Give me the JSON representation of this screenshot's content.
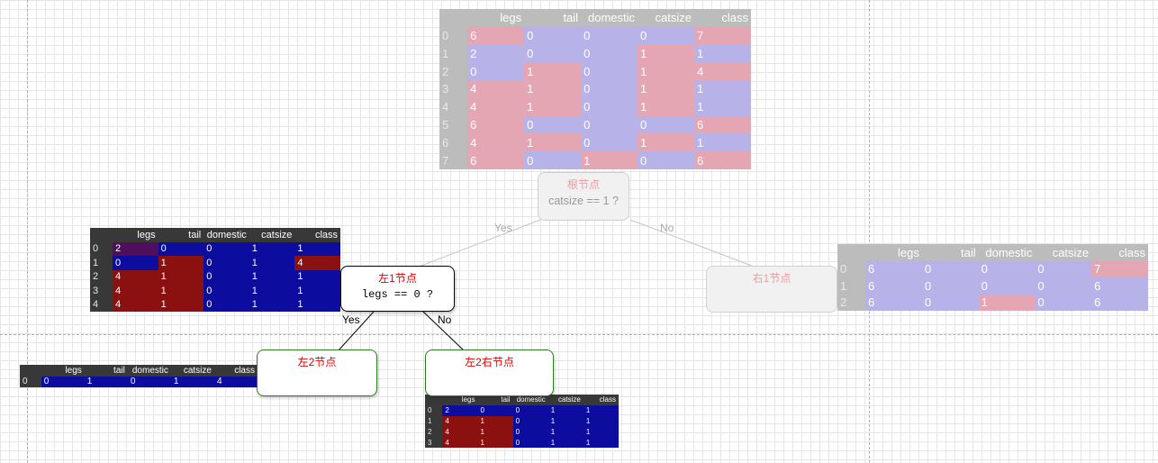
{
  "colors": {
    "blue": "#0c0c9e",
    "red": "#8b1010",
    "purple": "#4f0f5c",
    "node_title": "#e00000",
    "green_border": "#2e7d1f"
  },
  "columns": [
    "legs",
    "tail",
    "domestic",
    "catsize",
    "class"
  ],
  "tables": {
    "root": {
      "rows": [
        {
          "i": "0",
          "v": [
            {
              "t": "6",
              "c": "r"
            },
            {
              "t": "0",
              "c": "b"
            },
            {
              "t": "0",
              "c": "b"
            },
            {
              "t": "0",
              "c": "b"
            },
            {
              "t": "7",
              "c": "r"
            }
          ]
        },
        {
          "i": "1",
          "v": [
            {
              "t": "2",
              "c": "b"
            },
            {
              "t": "0",
              "c": "b"
            },
            {
              "t": "0",
              "c": "b"
            },
            {
              "t": "1",
              "c": "r"
            },
            {
              "t": "1",
              "c": "b"
            }
          ]
        },
        {
          "i": "2",
          "v": [
            {
              "t": "0",
              "c": "b"
            },
            {
              "t": "1",
              "c": "r"
            },
            {
              "t": "0",
              "c": "b"
            },
            {
              "t": "1",
              "c": "r"
            },
            {
              "t": "4",
              "c": "r"
            }
          ]
        },
        {
          "i": "3",
          "v": [
            {
              "t": "4",
              "c": "r"
            },
            {
              "t": "1",
              "c": "r"
            },
            {
              "t": "0",
              "c": "b"
            },
            {
              "t": "1",
              "c": "r"
            },
            {
              "t": "1",
              "c": "b"
            }
          ]
        },
        {
          "i": "4",
          "v": [
            {
              "t": "4",
              "c": "r"
            },
            {
              "t": "1",
              "c": "r"
            },
            {
              "t": "0",
              "c": "b"
            },
            {
              "t": "1",
              "c": "r"
            },
            {
              "t": "1",
              "c": "b"
            }
          ]
        },
        {
          "i": "5",
          "v": [
            {
              "t": "6",
              "c": "r"
            },
            {
              "t": "0",
              "c": "b"
            },
            {
              "t": "0",
              "c": "b"
            },
            {
              "t": "0",
              "c": "b"
            },
            {
              "t": "6",
              "c": "r"
            }
          ]
        },
        {
          "i": "6",
          "v": [
            {
              "t": "4",
              "c": "r"
            },
            {
              "t": "1",
              "c": "r"
            },
            {
              "t": "0",
              "c": "b"
            },
            {
              "t": "1",
              "c": "r"
            },
            {
              "t": "1",
              "c": "b"
            }
          ]
        },
        {
          "i": "7",
          "v": [
            {
              "t": "6",
              "c": "r"
            },
            {
              "t": "0",
              "c": "b"
            },
            {
              "t": "1",
              "c": "r"
            },
            {
              "t": "0",
              "c": "b"
            },
            {
              "t": "6",
              "c": "r"
            }
          ]
        }
      ]
    },
    "left1": {
      "rows": [
        {
          "i": "0",
          "v": [
            {
              "t": "2",
              "c": "p"
            },
            {
              "t": "0",
              "c": "b"
            },
            {
              "t": "0",
              "c": "b"
            },
            {
              "t": "1",
              "c": "b"
            },
            {
              "t": "1",
              "c": "b"
            }
          ]
        },
        {
          "i": "1",
          "v": [
            {
              "t": "0",
              "c": "b"
            },
            {
              "t": "1",
              "c": "r"
            },
            {
              "t": "0",
              "c": "b"
            },
            {
              "t": "1",
              "c": "b"
            },
            {
              "t": "4",
              "c": "r"
            }
          ]
        },
        {
          "i": "2",
          "v": [
            {
              "t": "4",
              "c": "r"
            },
            {
              "t": "1",
              "c": "r"
            },
            {
              "t": "0",
              "c": "b"
            },
            {
              "t": "1",
              "c": "b"
            },
            {
              "t": "1",
              "c": "b"
            }
          ]
        },
        {
          "i": "3",
          "v": [
            {
              "t": "4",
              "c": "r"
            },
            {
              "t": "1",
              "c": "r"
            },
            {
              "t": "0",
              "c": "b"
            },
            {
              "t": "1",
              "c": "b"
            },
            {
              "t": "1",
              "c": "b"
            }
          ]
        },
        {
          "i": "4",
          "v": [
            {
              "t": "4",
              "c": "r"
            },
            {
              "t": "1",
              "c": "r"
            },
            {
              "t": "0",
              "c": "b"
            },
            {
              "t": "1",
              "c": "b"
            },
            {
              "t": "1",
              "c": "b"
            }
          ]
        }
      ]
    },
    "right1": {
      "rows": [
        {
          "i": "0",
          "v": [
            {
              "t": "6",
              "c": "b"
            },
            {
              "t": "0",
              "c": "b"
            },
            {
              "t": "0",
              "c": "b"
            },
            {
              "t": "0",
              "c": "b"
            },
            {
              "t": "7",
              "c": "r"
            }
          ]
        },
        {
          "i": "1",
          "v": [
            {
              "t": "6",
              "c": "b"
            },
            {
              "t": "0",
              "c": "b"
            },
            {
              "t": "0",
              "c": "b"
            },
            {
              "t": "0",
              "c": "b"
            },
            {
              "t": "6",
              "c": "b"
            }
          ]
        },
        {
          "i": "2",
          "v": [
            {
              "t": "6",
              "c": "b"
            },
            {
              "t": "0",
              "c": "b"
            },
            {
              "t": "1",
              "c": "r"
            },
            {
              "t": "0",
              "c": "b"
            },
            {
              "t": "6",
              "c": "b"
            }
          ]
        }
      ]
    },
    "left2": {
      "rows": [
        {
          "i": "0",
          "v": [
            {
              "t": "0",
              "c": "b"
            },
            {
              "t": "1",
              "c": "b"
            },
            {
              "t": "0",
              "c": "b"
            },
            {
              "t": "1",
              "c": "b"
            },
            {
              "t": "4",
              "c": "b"
            }
          ]
        }
      ]
    },
    "left2right": {
      "rows": [
        {
          "i": "0",
          "v": [
            {
              "t": "2",
              "c": "b"
            },
            {
              "t": "0",
              "c": "b"
            },
            {
              "t": "0",
              "c": "b"
            },
            {
              "t": "1",
              "c": "b"
            },
            {
              "t": "1",
              "c": "b"
            }
          ]
        },
        {
          "i": "1",
          "v": [
            {
              "t": "4",
              "c": "r"
            },
            {
              "t": "1",
              "c": "r"
            },
            {
              "t": "0",
              "c": "b"
            },
            {
              "t": "1",
              "c": "b"
            },
            {
              "t": "1",
              "c": "b"
            }
          ]
        },
        {
          "i": "2",
          "v": [
            {
              "t": "4",
              "c": "r"
            },
            {
              "t": "1",
              "c": "r"
            },
            {
              "t": "0",
              "c": "b"
            },
            {
              "t": "1",
              "c": "b"
            },
            {
              "t": "1",
              "c": "b"
            }
          ]
        },
        {
          "i": "3",
          "v": [
            {
              "t": "4",
              "c": "r"
            },
            {
              "t": "1",
              "c": "r"
            },
            {
              "t": "0",
              "c": "b"
            },
            {
              "t": "1",
              "c": "b"
            },
            {
              "t": "1",
              "c": "b"
            }
          ]
        }
      ]
    }
  },
  "nodes": {
    "root": {
      "title": "根节点",
      "condition": "catsize == 1 ?"
    },
    "left1": {
      "title": "左1节点",
      "condition": "legs == 0 ?"
    },
    "right1": {
      "title": "右1节点"
    },
    "left2": {
      "title": "左2节点"
    },
    "left2right": {
      "title": "左2右节点"
    }
  },
  "edges": {
    "root_yes": "Yes",
    "root_no": "No",
    "left1_yes": "Yes",
    "left1_no": "No"
  }
}
